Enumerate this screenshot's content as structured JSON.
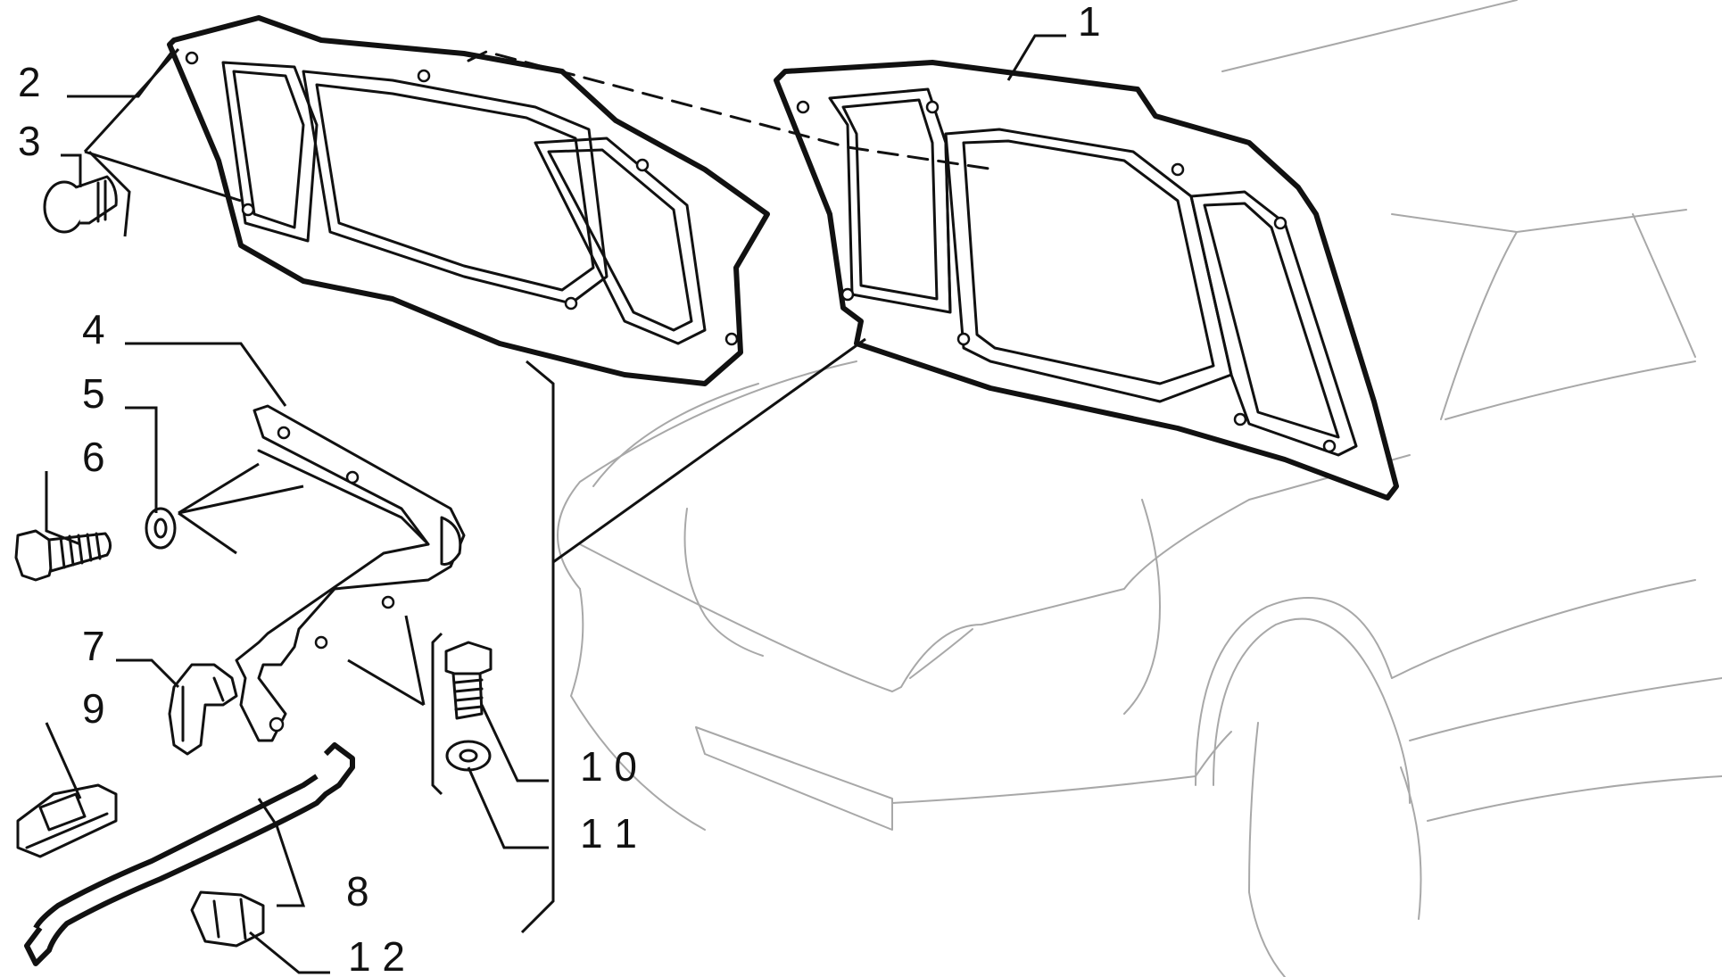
{
  "diagram": {
    "callouts": [
      {
        "id": "1",
        "label": "1"
      },
      {
        "id": "2",
        "label": "2"
      },
      {
        "id": "3",
        "label": "3"
      },
      {
        "id": "4",
        "label": "4"
      },
      {
        "id": "5",
        "label": "5"
      },
      {
        "id": "6",
        "label": "6"
      },
      {
        "id": "7",
        "label": "7"
      },
      {
        "id": "8",
        "label": "8"
      },
      {
        "id": "9",
        "label": "9"
      },
      {
        "id": "10",
        "label": "1 0"
      },
      {
        "id": "11",
        "label": "1 1"
      },
      {
        "id": "12",
        "label": "1 2"
      }
    ]
  }
}
